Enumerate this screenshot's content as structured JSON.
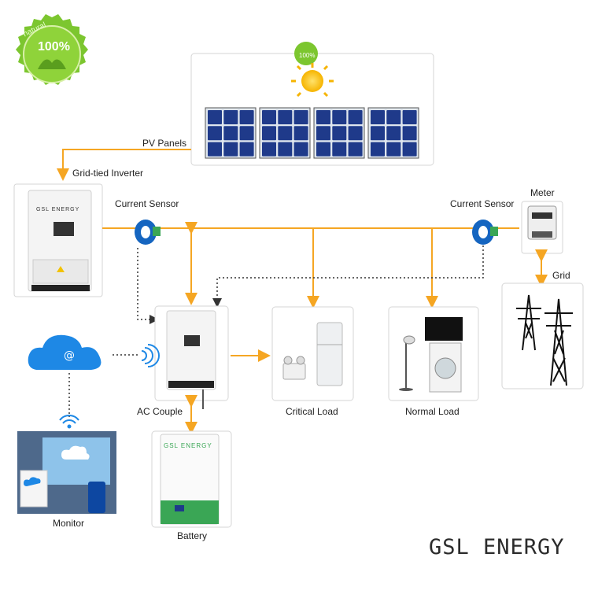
{
  "labels": {
    "pv_panels": "PV Panels",
    "grid_tied_inverter": "Grid-tied Inverter",
    "current_sensor_left": "Current Sensor",
    "current_sensor_right": "Current Sensor",
    "meter": "Meter",
    "grid": "Grid",
    "ac_couple": "AC Couple",
    "critical_load": "Critical Load",
    "normal_load": "Normal Load",
    "monitor": "Monitor",
    "battery": "Battery"
  },
  "badge": {
    "text": "100%",
    "arc_text": "natural"
  },
  "brand": {
    "inverter_brand": "GSL ENERGY",
    "battery_brand": "GSL ENERGY",
    "watermark": "GSL ENERGY"
  },
  "colors": {
    "power_line": "#f5a623",
    "data_line": "#333333",
    "cloud": "#1e88e5",
    "panel": "#1f3a8a",
    "sensor": "#1565c0",
    "badge_green": "#7cc62f",
    "battery_green": "#3aa655"
  },
  "icons": {
    "cloud": "@",
    "wifi": "wifi-icon"
  }
}
